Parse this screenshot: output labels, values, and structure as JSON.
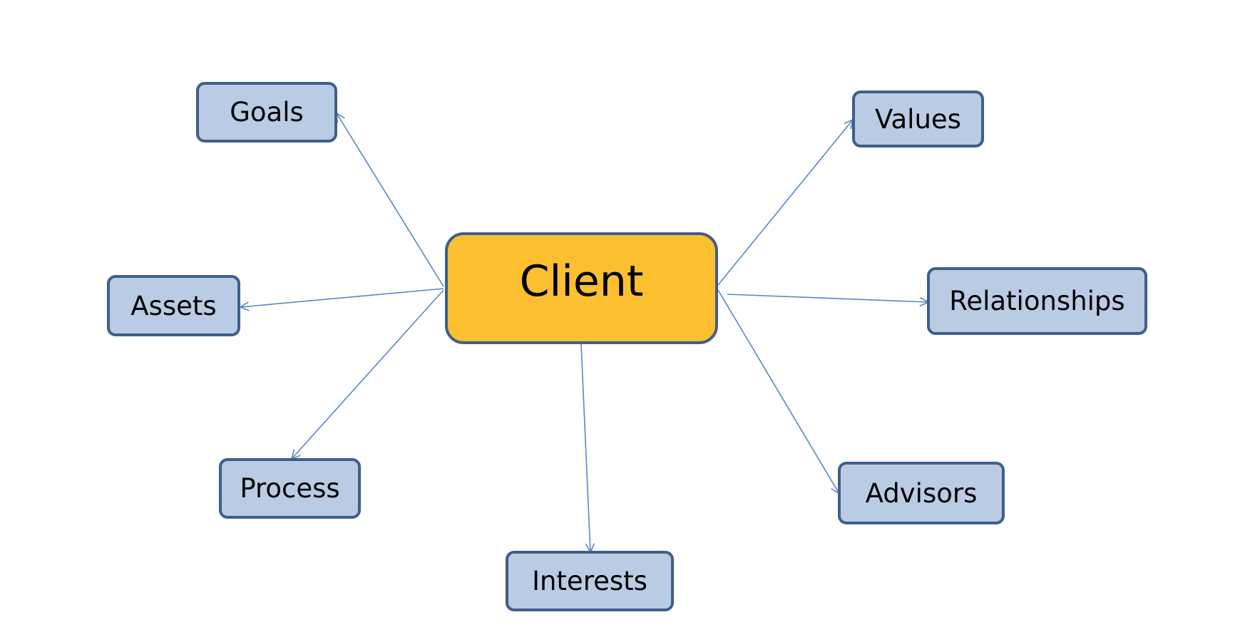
{
  "center": {
    "label": "Client"
  },
  "nodes": [
    {
      "id": "goals",
      "label": "Goals"
    },
    {
      "id": "values",
      "label": "Values"
    },
    {
      "id": "assets",
      "label": "Assets"
    },
    {
      "id": "relationships",
      "label": "Relationships"
    },
    {
      "id": "process",
      "label": "Process"
    },
    {
      "id": "advisors",
      "label": "Advisors"
    },
    {
      "id": "interests",
      "label": "Interests"
    }
  ],
  "colors": {
    "center_fill": "#fcbf30",
    "node_fill": "#b9cce4",
    "border": "#3e5f8a",
    "arrow": "#5b86c2"
  }
}
